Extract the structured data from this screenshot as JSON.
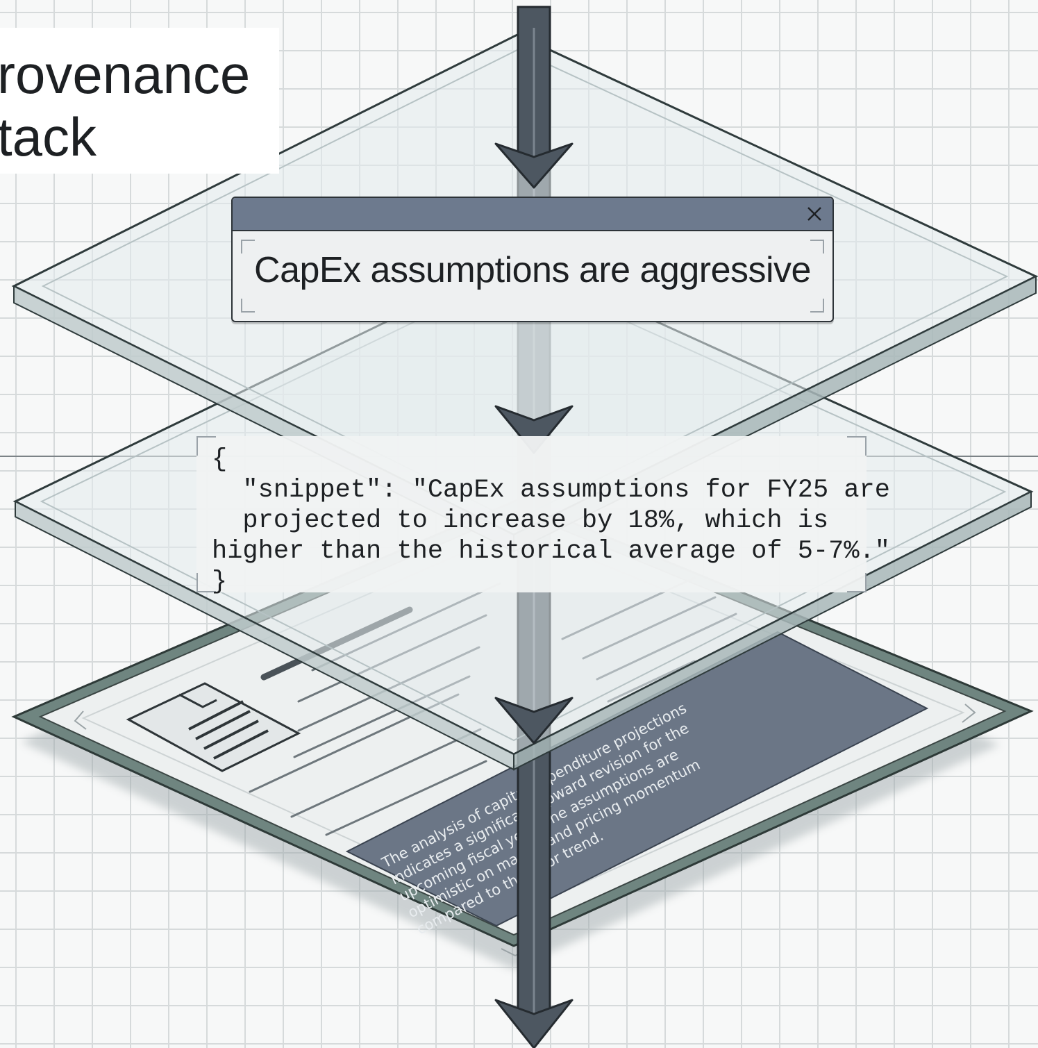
{
  "title": {
    "line1": "rovenance",
    "line2": "tack"
  },
  "claim": {
    "text": "CapEx assumptions are aggressive",
    "close_icon": "close-icon"
  },
  "snippet": {
    "line1": "{",
    "line2": "  \"snippet\": \"CapEx assumptions for FY25 are",
    "line3": "  projected to increase by 18%, which is",
    "line4": "higher than the historical average of 5-7%.\"",
    "line5": "}"
  },
  "document": {
    "icon": "document-icon",
    "highlight_lines": [
      "The analysis of capital expenditure projections",
      "indicates a significant upward revision for the",
      "upcoming fiscal year. The assumptions are",
      "optimistic on market and pricing momentum",
      "compared to the prior trend."
    ]
  },
  "colors": {
    "arrow": "#4d5761",
    "glass": "#e4ebec",
    "highlight": "#6b7686",
    "frame": "#6f8580"
  }
}
